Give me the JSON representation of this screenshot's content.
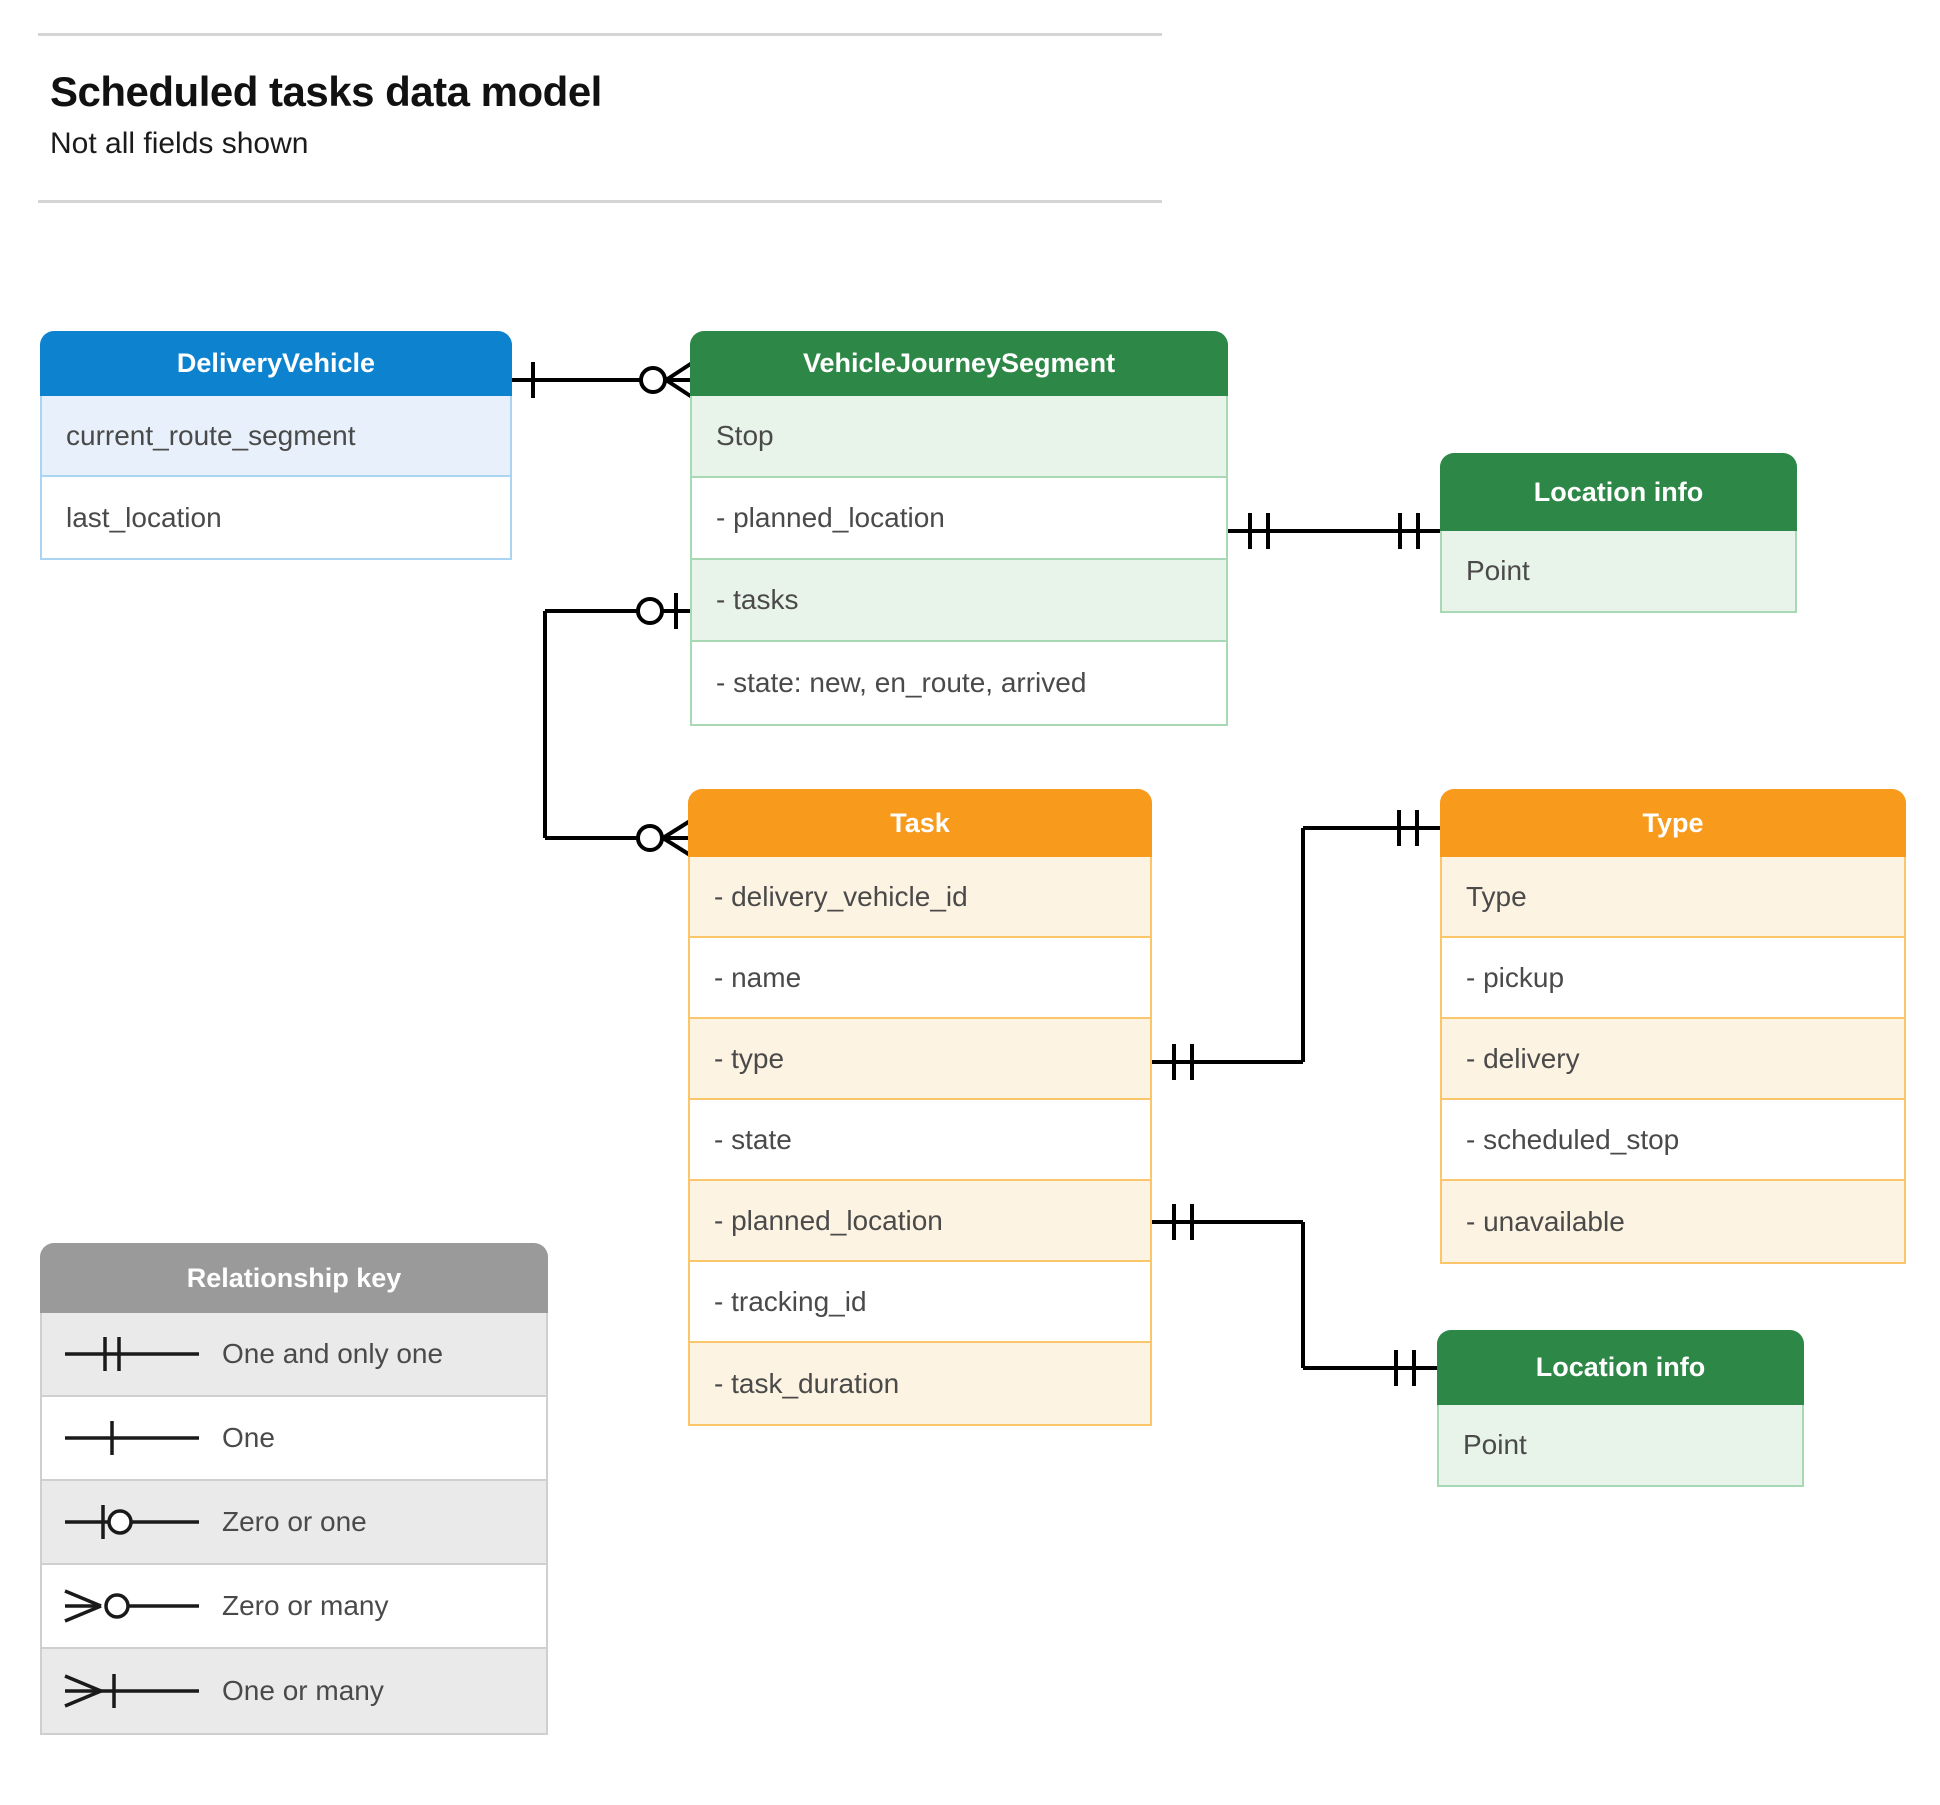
{
  "header": {
    "title": "Scheduled tasks data model",
    "subtitle": "Not all fields shown"
  },
  "colors": {
    "blue_header": "#0d83d0",
    "blue_row_shade": "#e8f1fb",
    "blue_border": "#a9d4f2",
    "green_header": "#2d8746",
    "green_row_shade": "#e8f3ea",
    "green_border": "#a8d8b4",
    "orange_header": "#f89a1c",
    "orange_row_shade": "#fdf3e2",
    "orange_border": "#fbc66a",
    "grey_header": "#9a9a9a",
    "grey_row_shade": "#eaeaea",
    "grey_border": "#cfcfcf",
    "connector": "#000000",
    "text": "#4a4a4a",
    "rule": "#d5d5d5"
  },
  "entities": {
    "delivery_vehicle": {
      "title": "DeliveryVehicle",
      "rows": [
        {
          "label": "current_route_segment"
        },
        {
          "label": "last_location"
        }
      ]
    },
    "vehicle_journey_segment": {
      "title": "VehicleJourneySegment",
      "rows": [
        {
          "label": "Stop"
        },
        {
          "label": "-  planned_location"
        },
        {
          "label": "- tasks"
        },
        {
          "label": "- state: new, en_route, arrived"
        }
      ]
    },
    "location_info_top": {
      "title": "Location info",
      "rows": [
        {
          "label": "Point"
        }
      ]
    },
    "task": {
      "title": "Task",
      "rows": [
        {
          "label": "- delivery_vehicle_id"
        },
        {
          "label": "- name"
        },
        {
          "label": "- type"
        },
        {
          "label": "- state"
        },
        {
          "label": "- planned_location"
        },
        {
          "label": "- tracking_id"
        },
        {
          "label": "- task_duration"
        }
      ]
    },
    "type": {
      "title": "Type",
      "rows": [
        {
          "label": "Type"
        },
        {
          "label": "-   pickup"
        },
        {
          "label": "-   delivery"
        },
        {
          "label": "-   scheduled_stop"
        },
        {
          "label": "-   unavailable"
        }
      ]
    },
    "location_info_bottom": {
      "title": "Location info",
      "rows": [
        {
          "label": "Point"
        }
      ]
    }
  },
  "legend": {
    "title": "Relationship key",
    "items": [
      {
        "symbol": "one-and-only-one",
        "label": "One and only one"
      },
      {
        "symbol": "one",
        "label": "One"
      },
      {
        "symbol": "zero-or-one",
        "label": "Zero or one"
      },
      {
        "symbol": "zero-or-many",
        "label": "Zero or many"
      },
      {
        "symbol": "one-or-many",
        "label": "One or many"
      }
    ]
  },
  "relationships": [
    {
      "name": "deliveryvehicle-to-vehiclejourneysegment",
      "from": "DeliveryVehicle",
      "to": "VehicleJourneySegment",
      "from_cardinality": "one",
      "to_cardinality": "zero-or-many"
    },
    {
      "name": "vehiclejourneysegment-planned-location-to-location-info",
      "from": "VehicleJourneySegment.planned_location",
      "to": "Location info",
      "from_cardinality": "one-and-only-one",
      "to_cardinality": "one-and-only-one"
    },
    {
      "name": "vehiclejourneysegment-tasks-to-task",
      "from": "VehicleJourneySegment.tasks",
      "to": "Task",
      "from_cardinality": "zero-or-one",
      "to_cardinality": "zero-or-many"
    },
    {
      "name": "task-type-to-type",
      "from": "Task.type",
      "to": "Type",
      "from_cardinality": "one-and-only-one",
      "to_cardinality": "one-and-only-one"
    },
    {
      "name": "task-planned-location-to-location-info",
      "from": "Task.planned_location",
      "to": "Location info",
      "from_cardinality": "one-and-only-one",
      "to_cardinality": "one-and-only-one"
    }
  ]
}
